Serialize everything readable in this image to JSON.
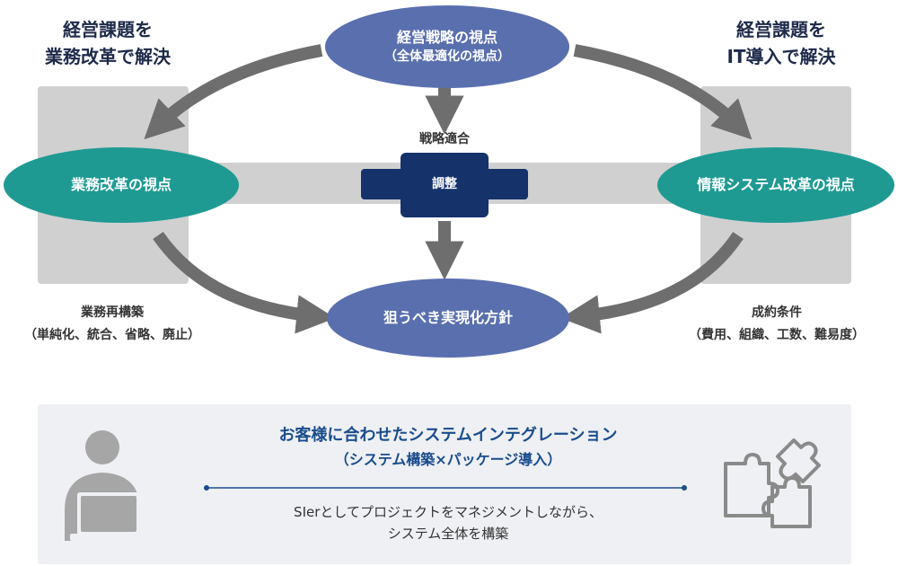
{
  "top_left_heading": [
    "経営課題を",
    "業務改革で解決"
  ],
  "top_right_heading": [
    "経営課題を",
    "IT導入で解決"
  ],
  "strategy_node": {
    "title": "経営戦略の視点",
    "subtitle": "（全体最適化の視点）"
  },
  "left_node": {
    "title": "業務改革の視点"
  },
  "right_node": {
    "title": "情報システム改革の視点"
  },
  "bottom_node": {
    "title": "狙うべき実現化方針"
  },
  "strategic_fit_label": "戦略適合",
  "adjust_label": "調整",
  "left_caption": [
    "業務再構築",
    "（単純化、統合、省略、廃止）"
  ],
  "right_caption": [
    "成約条件",
    "（費用、組織、工数、難易度）"
  ],
  "integration_panel": {
    "title": "お客様に合わせたシステムインテグレーション",
    "subtitle": "（システム構築×パッケージ導入）",
    "body": [
      "SIerとしてプロジェクトをマネジメントしながら、",
      "システム全体を構築"
    ]
  },
  "icons": {
    "person": "person-laptop-icon",
    "puzzle": "puzzle-pieces-icon"
  },
  "colors": {
    "strategy_ellipse": "#5a6fae",
    "side_ellipse": "#1f9a93",
    "adjust_box": "#15326b",
    "arrows": "#6e6e6e",
    "panels": "#d0d0d0",
    "title_blue": "#1a4c8c"
  }
}
